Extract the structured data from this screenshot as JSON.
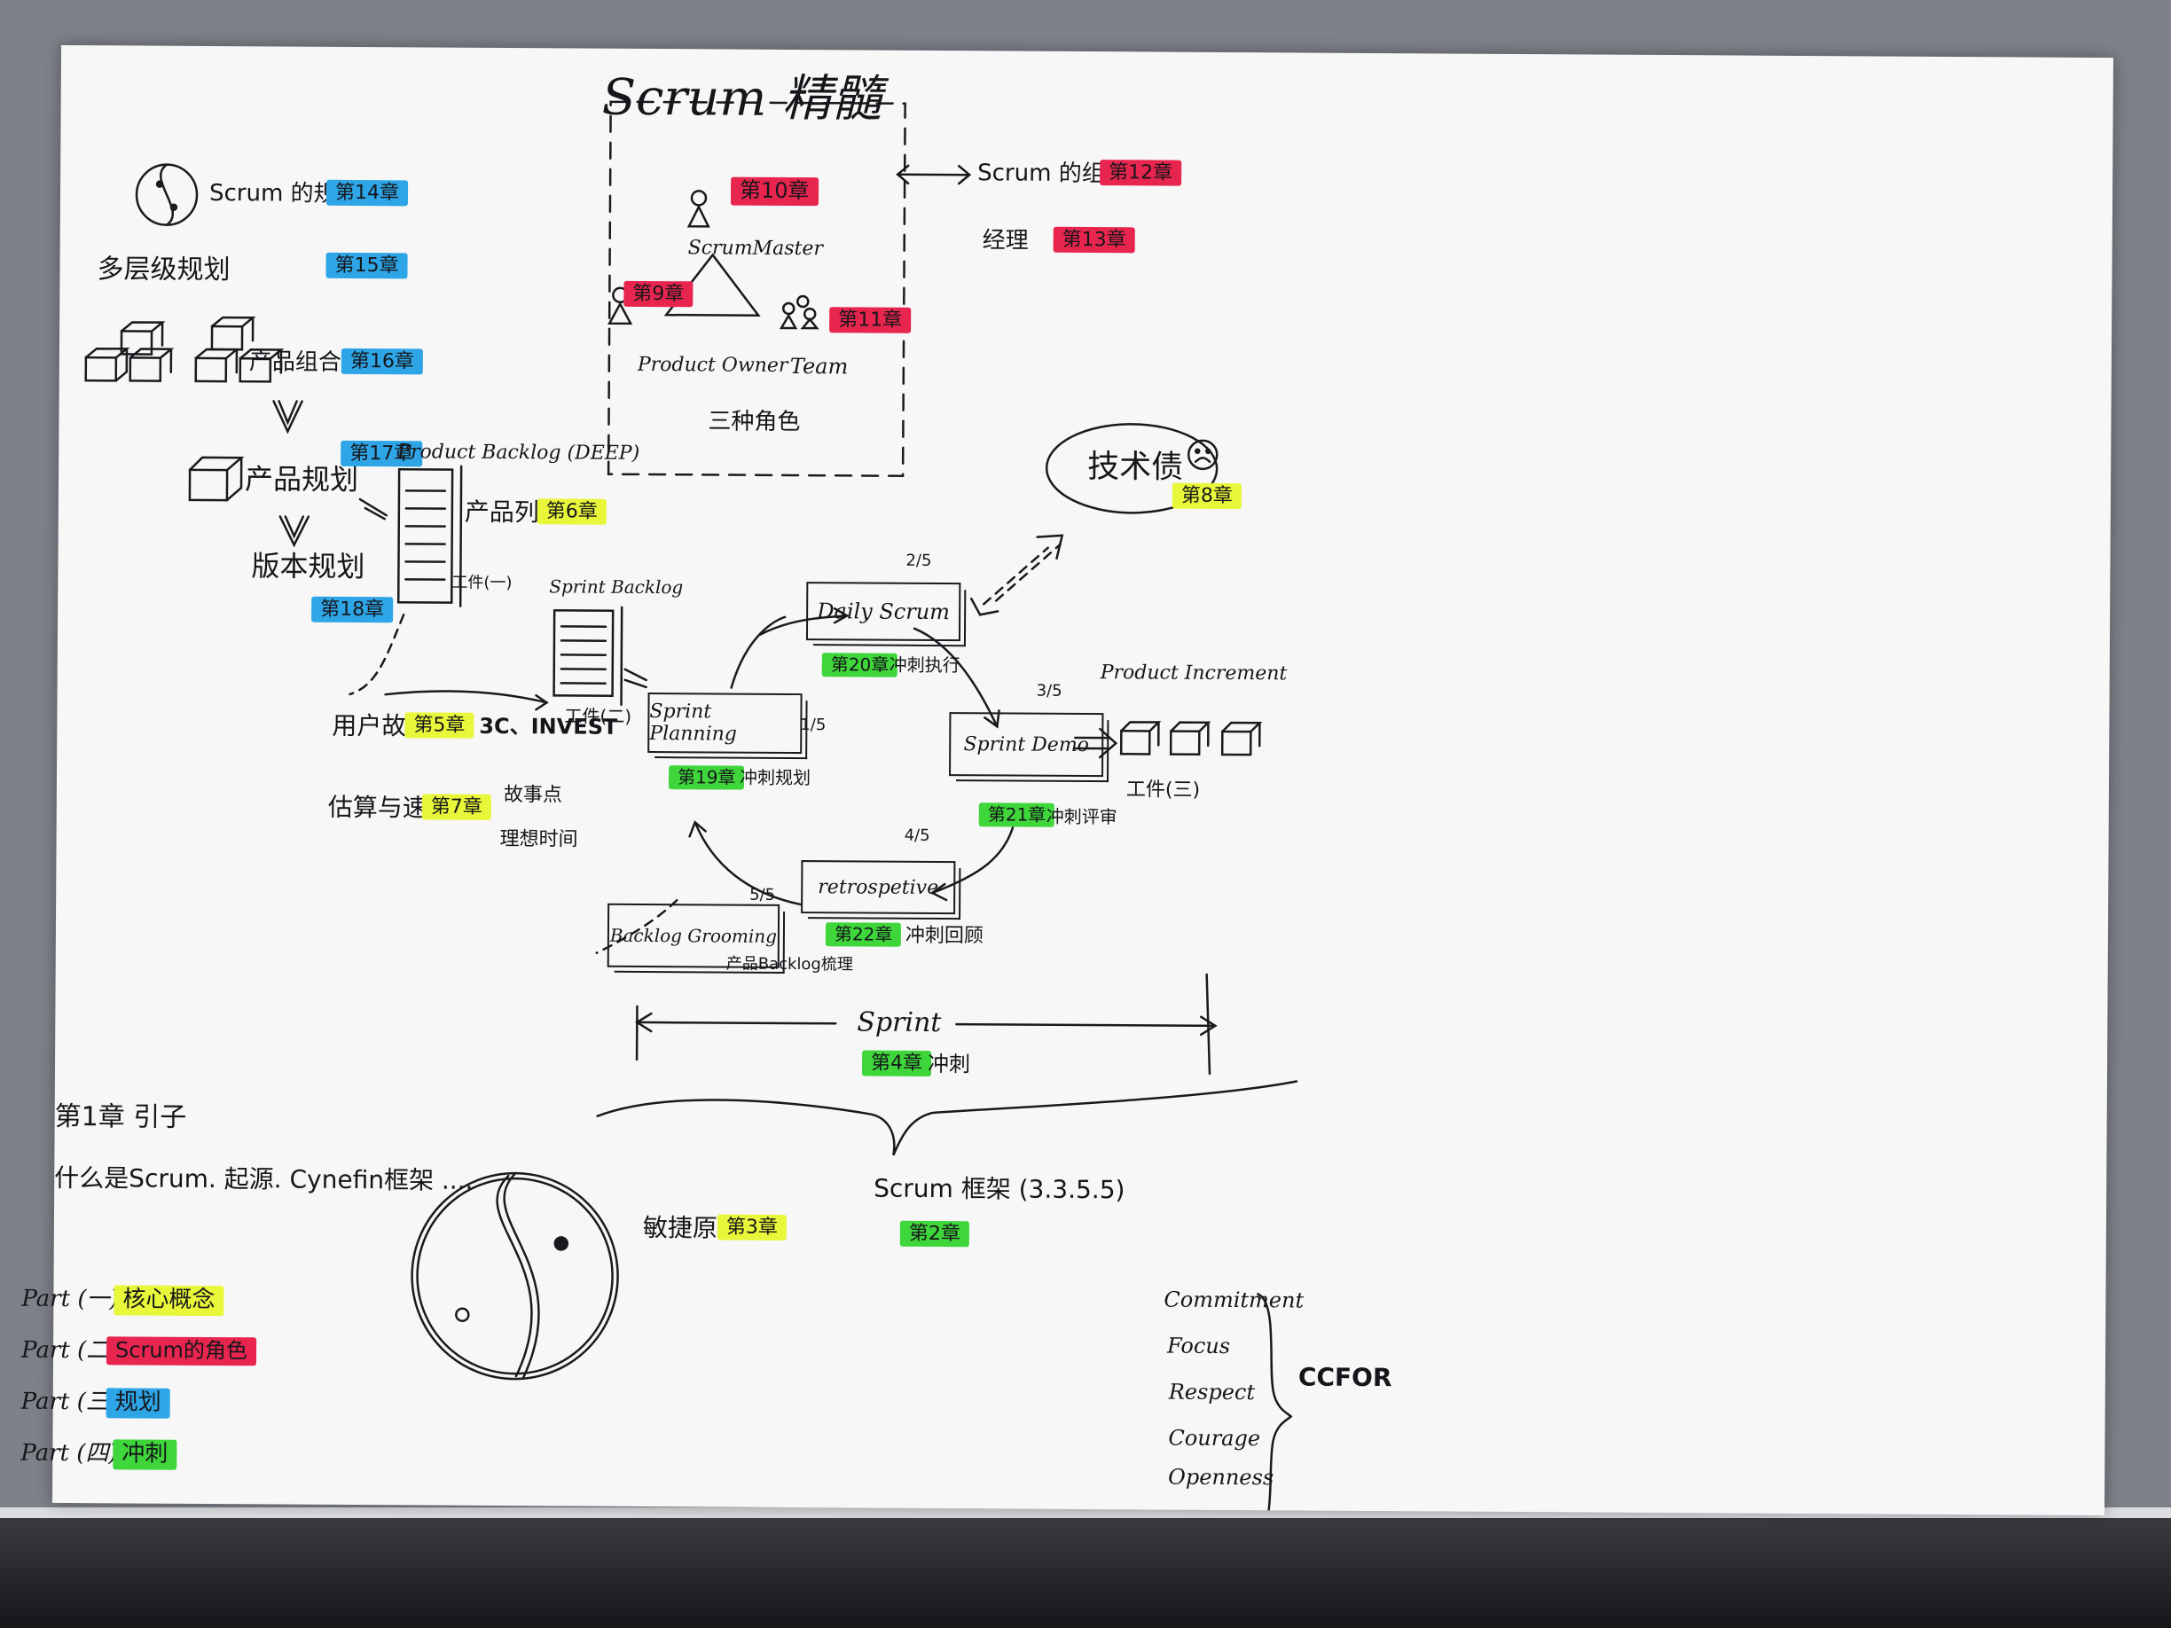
{
  "title": "Scrum 精髓",
  "roles_panel": {
    "scrum_master": "ScrumMaster",
    "scrum_master_ch": "第10章",
    "product_owner": "Product Owner",
    "product_owner_ch": "第9章",
    "team": "Team",
    "team_ch": "第11章",
    "caption": "三种角色"
  },
  "org": {
    "org_label": "Scrum 的组织",
    "org_ch": "第12章",
    "manager_label": "经理",
    "manager_ch": "第13章"
  },
  "tech_debt": {
    "label": "技术债",
    "ch": "第8章"
  },
  "planning": {
    "principles": "Scrum 的规划原则",
    "principles_ch": "第14章",
    "multi_level": "多层级规划",
    "multi_level_ch": "第15章",
    "portfolio": "产品组合规划",
    "portfolio_ch": "第16章",
    "product": "产品规划",
    "product_ch": "第17章",
    "release": "版本规划",
    "release_ch": "第18章"
  },
  "product_backlog": {
    "title": "Product Backlog (DEEP)",
    "list_label": "产品列表",
    "list_ch": "第6章",
    "artifact": "工件(一)"
  },
  "sprint_backlog": {
    "title": "Sprint Backlog",
    "artifact": "工件(二)"
  },
  "stories": {
    "label": "用户故事",
    "ch": "第5章",
    "extra": "3C、INVEST",
    "estimate": "估算与速率",
    "estimate_ch": "第7章",
    "points": "故事点",
    "ideal": "理想时间"
  },
  "cycle": {
    "planning": "Sprint Planning",
    "planning_idx": "1/5",
    "planning_ch": "第19章",
    "planning_note": "冲刺规划",
    "daily": "Daily Scrum",
    "daily_idx": "2/5",
    "daily_ch": "第20章",
    "daily_note": "冲刺执行",
    "demo": "Sprint Demo",
    "demo_idx": "3/5",
    "demo_ch": "第21章",
    "demo_note": "冲刺评审",
    "retro": "retrospetive",
    "retro_idx": "4/5",
    "retro_ch": "第22章",
    "retro_note": "冲刺回顾",
    "grooming": "Backlog Grooming",
    "grooming_idx": "5/5",
    "grooming_note": "产品Backlog梳理"
  },
  "increment": {
    "title": "Product Increment",
    "artifact": "工件(三)"
  },
  "sprint_bar": {
    "label": "Sprint",
    "ch": "第4章",
    "note": "冲刺"
  },
  "framework": {
    "label": "Scrum 框架 (3.3.5.5)",
    "ch": "第2章"
  },
  "agile": {
    "label": "敏捷原则",
    "ch": "第3章"
  },
  "intro": {
    "ch_label": "第1章 引子",
    "content": "什么是Scrum. 起源. Cynefin框架 ...."
  },
  "parts": [
    {
      "part": "Part (一)",
      "label": "核心概念",
      "color": "#e8f73a"
    },
    {
      "part": "Part (二)",
      "label": "Scrum的角色",
      "color": "#e8254f"
    },
    {
      "part": "Part (三)",
      "label": "规划",
      "color": "#2ea5e6"
    },
    {
      "part": "Part (四)",
      "label": "冲刺",
      "color": "#3ed63a"
    }
  ],
  "values": {
    "items": [
      "Commitment",
      "Focus",
      "Respect",
      "Courage",
      "Openness"
    ],
    "acronym": "CCFOR"
  }
}
